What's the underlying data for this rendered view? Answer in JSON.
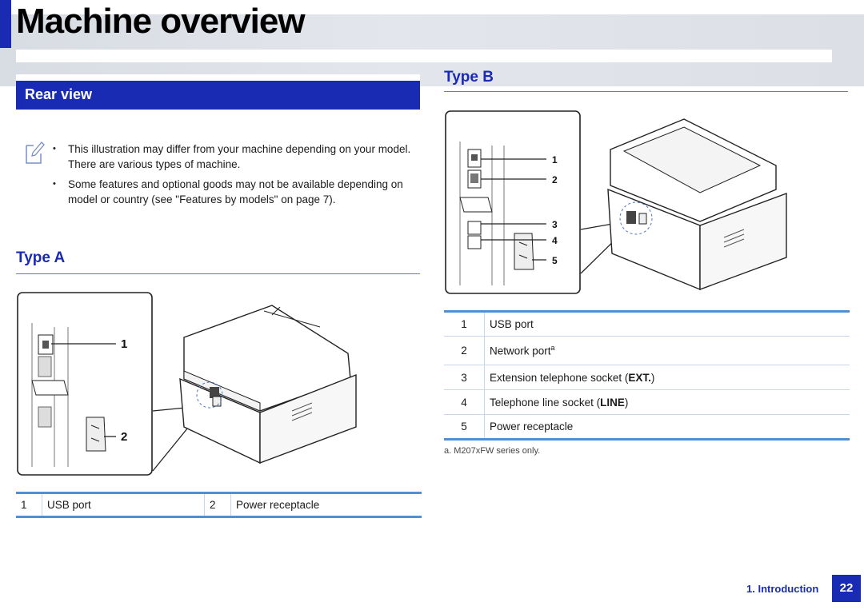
{
  "header": {
    "title": "Machine overview"
  },
  "section": {
    "title": "Rear view"
  },
  "notes": [
    "This illustration may differ from your machine depending on your model. There are various types of machine.",
    "Some features and optional goods may not be available depending on model or country (see \"Features by models\" on page 7)."
  ],
  "type_a": {
    "heading": "Type A",
    "callouts": [
      "1",
      "2"
    ],
    "table": [
      {
        "num": "1",
        "label": "USB port"
      },
      {
        "num": "2",
        "label": "Power receptacle"
      }
    ]
  },
  "type_b": {
    "heading": "Type B",
    "callouts": [
      "1",
      "2",
      "3",
      "4",
      "5"
    ],
    "table": [
      {
        "num": "1",
        "label": "USB port",
        "suffix": ""
      },
      {
        "num": "2",
        "label": "Network port",
        "sup": "a"
      },
      {
        "num": "3",
        "label": "Extension telephone socket (",
        "bold": "EXT.",
        "suffix": ")"
      },
      {
        "num": "4",
        "label": "Telephone line socket (",
        "bold": "LINE",
        "suffix": ")"
      },
      {
        "num": "5",
        "label": "Power receptacle",
        "suffix": ""
      }
    ],
    "footnote": "a.  M207xFW series only."
  },
  "footer": {
    "chapter": "1. Introduction",
    "page": "22"
  },
  "colors": {
    "accent": "#1a2bb3",
    "rule": "#6e74c9",
    "table_border": "#4f8fd8"
  }
}
